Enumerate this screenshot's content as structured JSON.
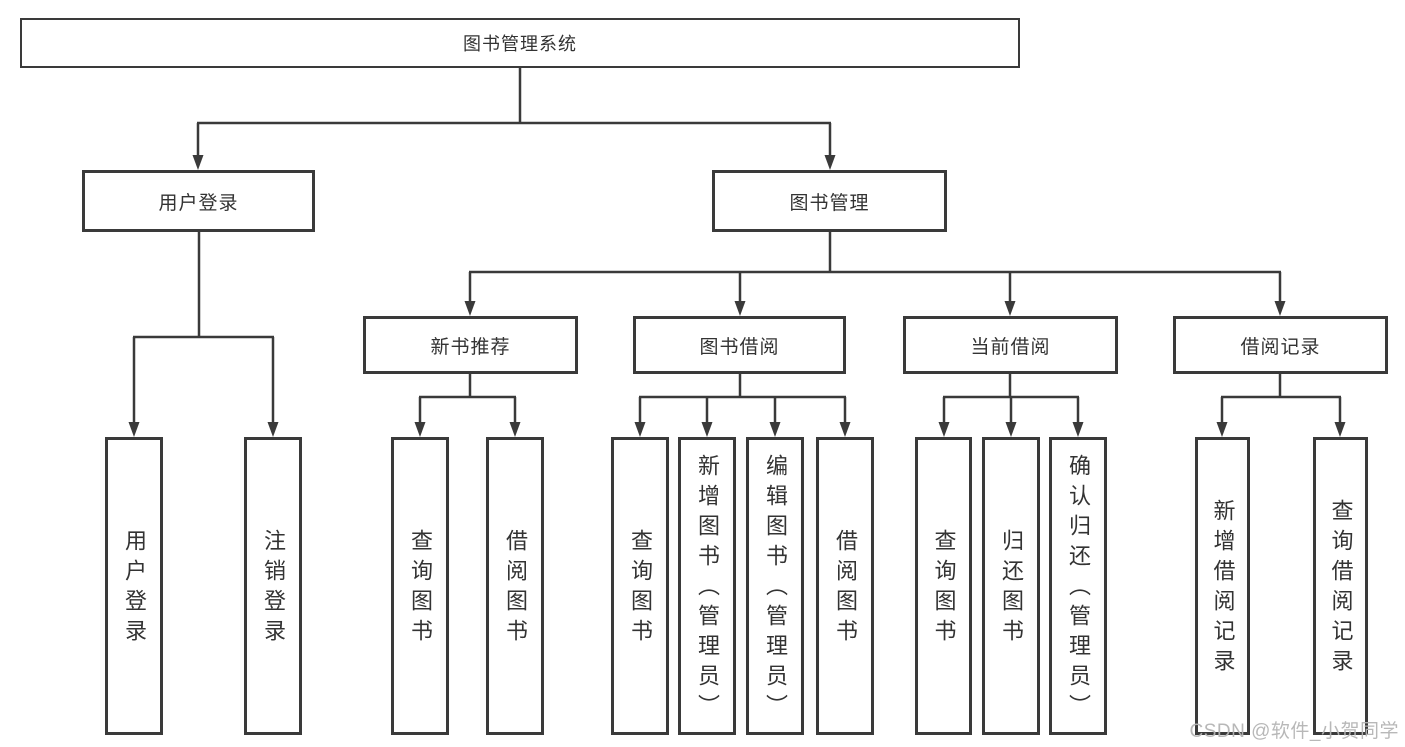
{
  "diagram_type": "hierarchy-tree",
  "tree": {
    "label": "图书管理系统",
    "children": [
      {
        "label": "用户登录",
        "children": [
          {
            "label": "用户登录"
          },
          {
            "label": "注销登录"
          }
        ]
      },
      {
        "label": "图书管理",
        "children": [
          {
            "label": "新书推荐",
            "children": [
              {
                "label": "查询图书"
              },
              {
                "label": "借阅图书"
              }
            ]
          },
          {
            "label": "图书借阅",
            "children": [
              {
                "label": "查询图书"
              },
              {
                "label": "新增图书（管理员）"
              },
              {
                "label": "编辑图书（管理员）"
              },
              {
                "label": "借阅图书"
              }
            ]
          },
          {
            "label": "当前借阅",
            "children": [
              {
                "label": "查询图书"
              },
              {
                "label": "归还图书"
              },
              {
                "label": "确认归还（管理员）"
              }
            ]
          },
          {
            "label": "借阅记录",
            "children": [
              {
                "label": "新增借阅记录"
              },
              {
                "label": "查询借阅记录"
              }
            ]
          }
        ]
      }
    ]
  },
  "watermark": "CSDN @软件_小贺同学",
  "colors": {
    "line": "#3a3a3a",
    "text": "#333333",
    "background": "#ffffff",
    "watermark": "#b5b5b5"
  }
}
